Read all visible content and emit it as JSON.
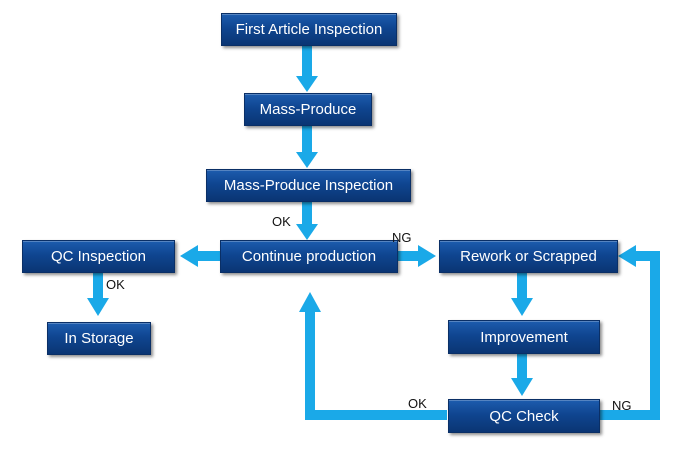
{
  "colors": {
    "box_fill": "#0f4590",
    "arrow": "#1aa9e8",
    "box_text": "#ffffff"
  },
  "nodes": {
    "first_article_inspection": "First Article Inspection",
    "mass_produce": "Mass-Produce",
    "mass_produce_inspection": "Mass-Produce Inspection",
    "continue_production": "Continue production",
    "qc_inspection": "QC Inspection",
    "in_storage": "In Storage",
    "rework_or_scrapped": "Rework or Scrapped",
    "improvement": "Improvement",
    "qc_check": "QC Check"
  },
  "edge_labels": {
    "inspection_ok": "OK",
    "continue_ng": "NG",
    "qc_inspection_ok": "OK",
    "qc_check_ok": "OK",
    "qc_check_ng": "NG"
  }
}
